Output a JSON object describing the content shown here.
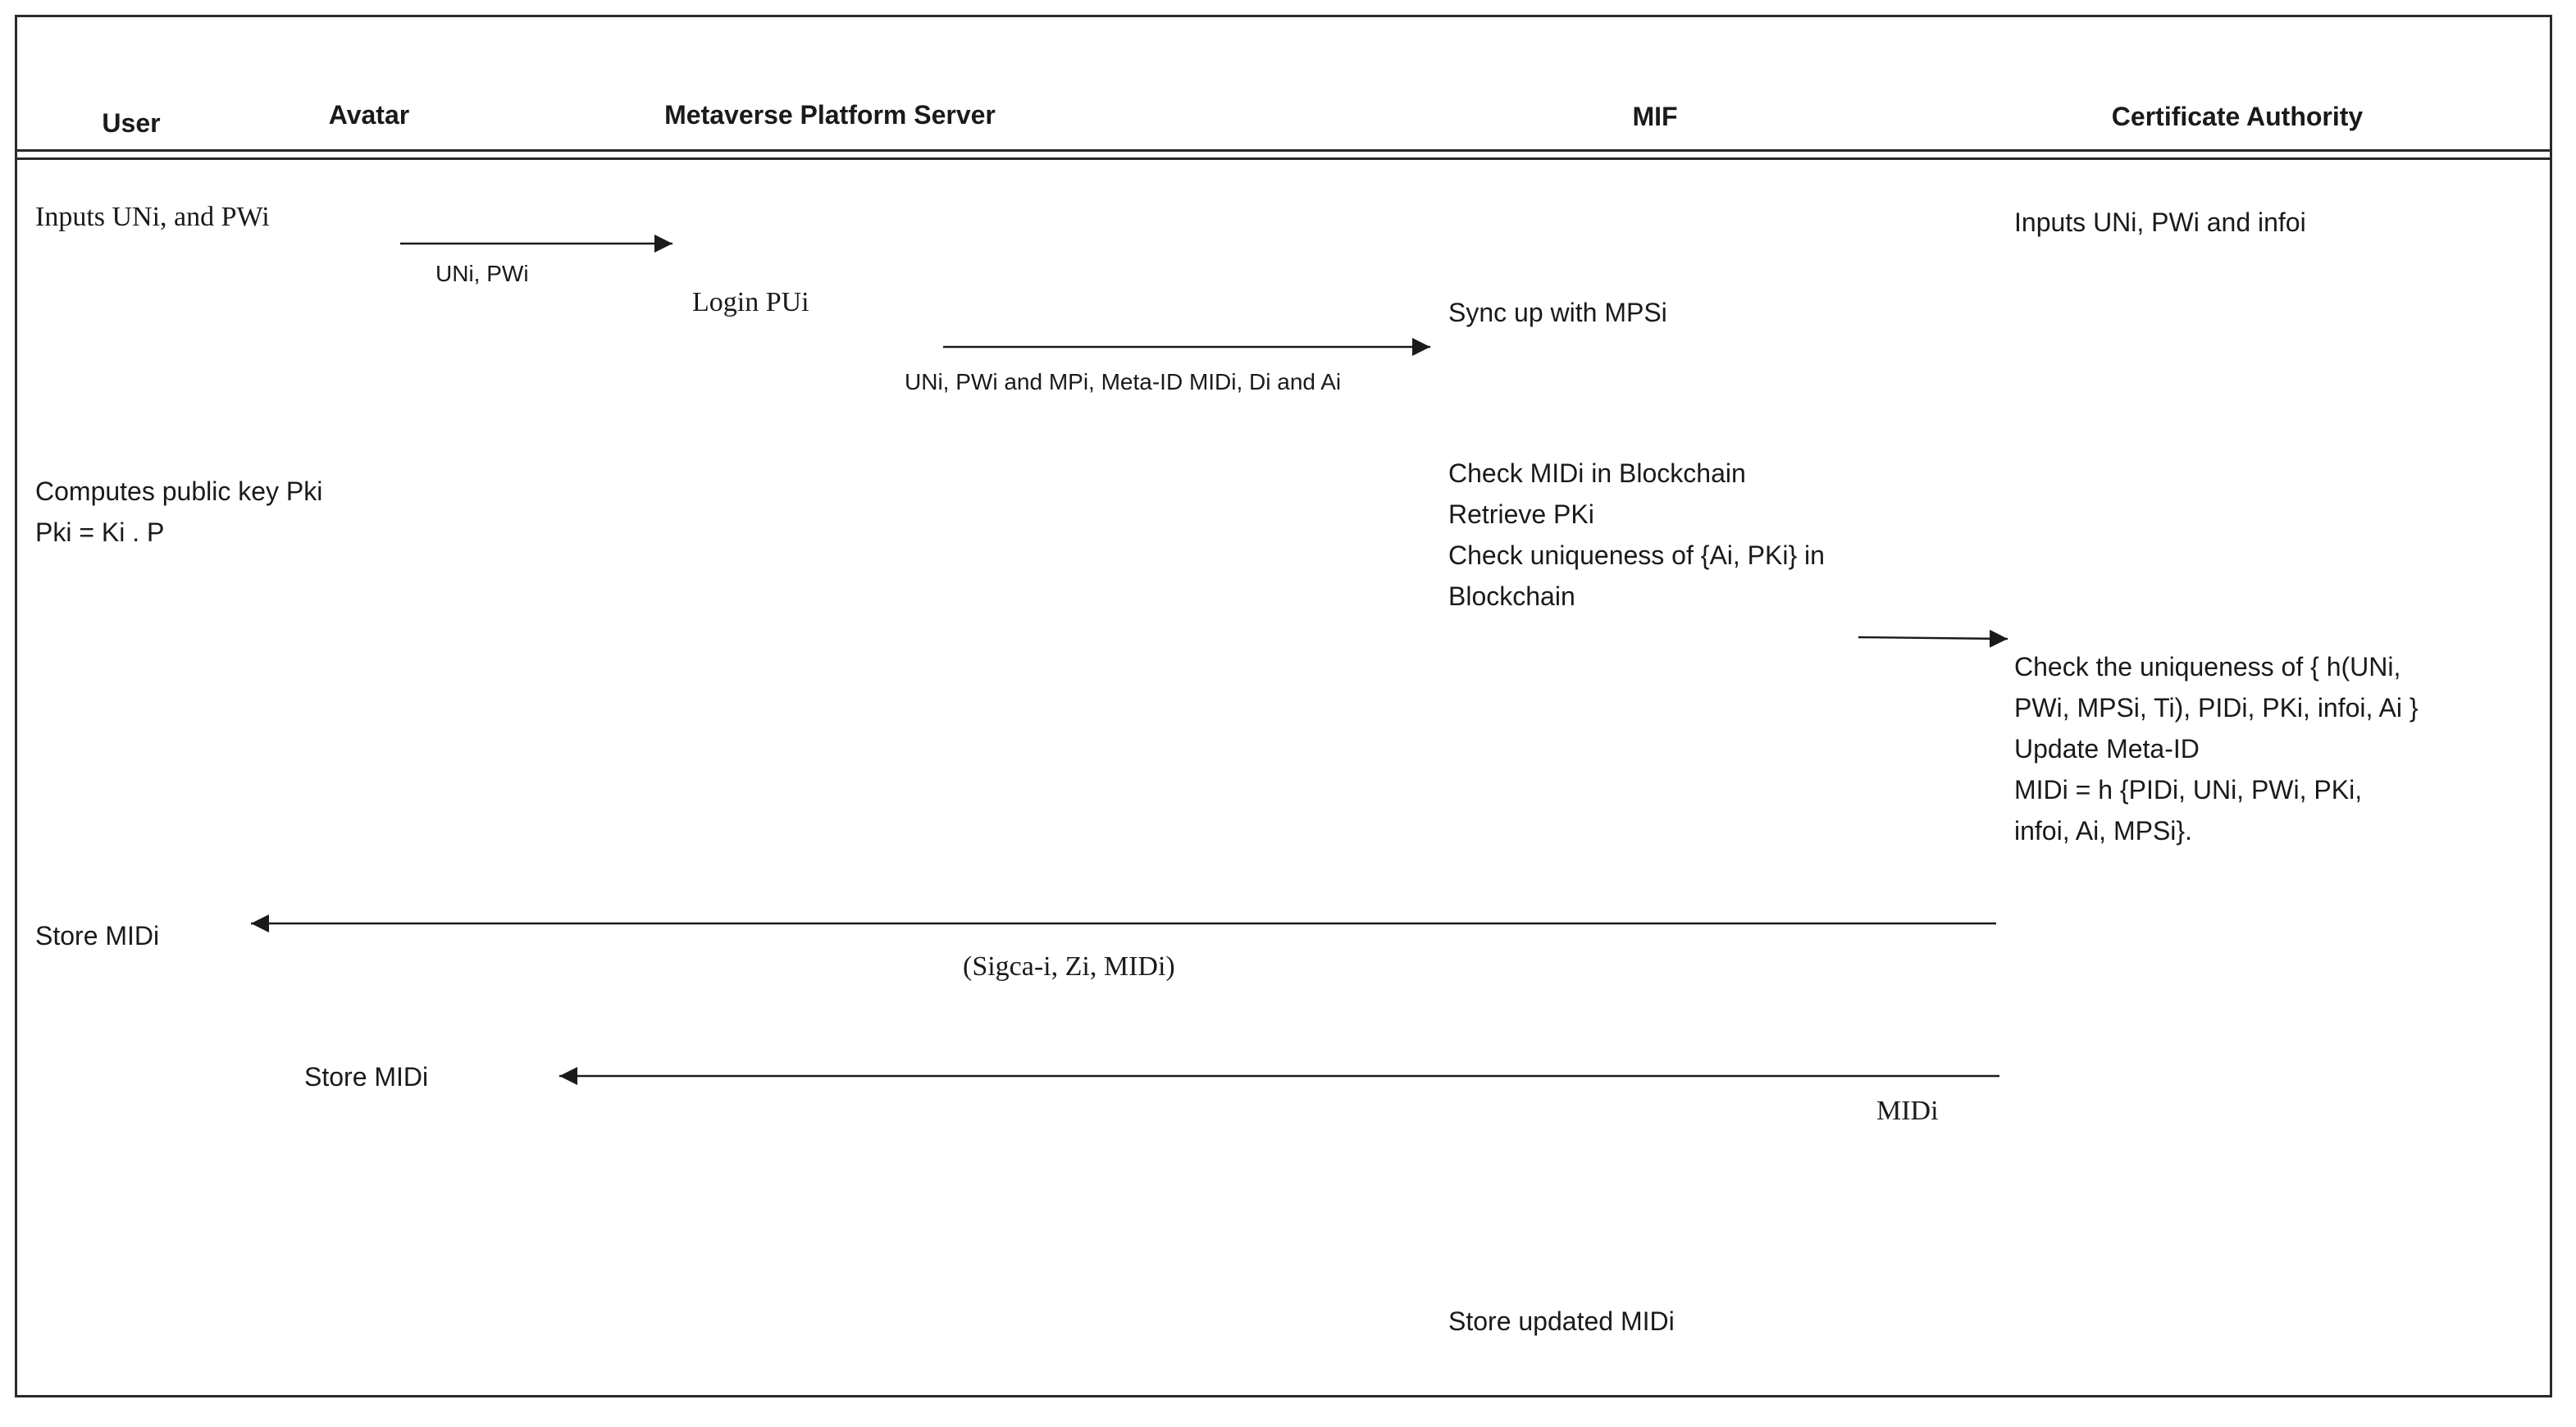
{
  "participants": {
    "user": "User",
    "avatar": "Avatar",
    "server": "Metaverse Platform Server",
    "mif": "MIF",
    "ca": "Certificate Authority"
  },
  "steps": {
    "user_inputs": "Inputs UNi, and PWi",
    "ca_inputs": "Inputs UNi, PWi and infoi",
    "login": "Login PUi",
    "mif_sync": "Sync up with MPSi",
    "user_compute": [
      "Computes public key Pki",
      "Pki = Ki . P"
    ],
    "mif_checks": [
      "Check MIDi in Blockchain",
      "Retrieve PKi",
      "Check uniqueness of {Ai, PKi} in",
      "Blockchain"
    ],
    "ca_checks": [
      "Check the uniqueness of { h(UNi,",
      "PWi, MPSi, Ti), PIDi, PKi, infoi, Ai }",
      "Update Meta-ID",
      "MIDi = h {PIDi, UNi, PWi, PKi,",
      "infoi, Ai, MPSi}."
    ],
    "user_store": "Store MIDi",
    "avatar_store": "Store MIDi",
    "mif_store": "Store updated MIDi"
  },
  "messages": {
    "m1": "UNi, PWi",
    "m2": "UNi, PWi and MPi, Meta-ID MIDi, Di and Ai",
    "m4": "(Sigca-i, Zi, MIDi)",
    "m5": "MIDi"
  },
  "colors": {
    "line": "#1a1a1a",
    "border": "#2a2a2a",
    "background": "#ffffff"
  }
}
